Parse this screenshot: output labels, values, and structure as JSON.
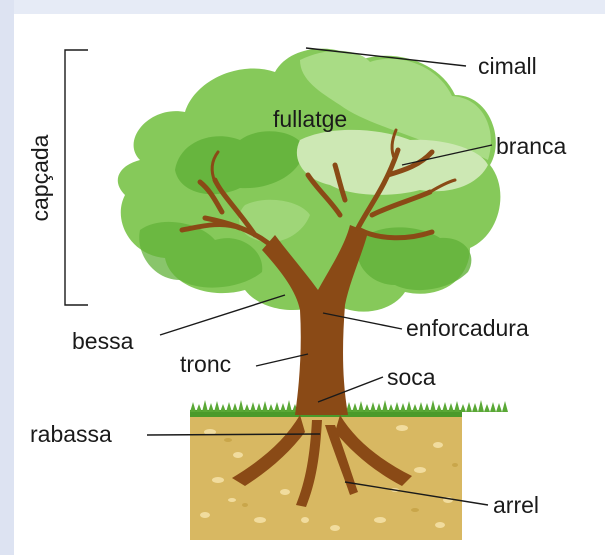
{
  "labels": {
    "crown_top": "cimall",
    "foliage": "fullatge",
    "branch": "branca",
    "crown": "capçada",
    "fork": "bessa",
    "trunk_top": "enforcadura",
    "trunk": "tronc",
    "stump": "soca",
    "root_crown": "rabassa",
    "root": "arrel"
  },
  "colors": {
    "sky_band": "#dde3f2",
    "foliage_light": "#a9dc85",
    "foliage_mid": "#86c95a",
    "foliage_dark": "#62b139",
    "foliage_pale": "#cde8b4",
    "trunk": "#8a4a16",
    "soil": "#d8b862",
    "grass": "#4a9a2a"
  }
}
